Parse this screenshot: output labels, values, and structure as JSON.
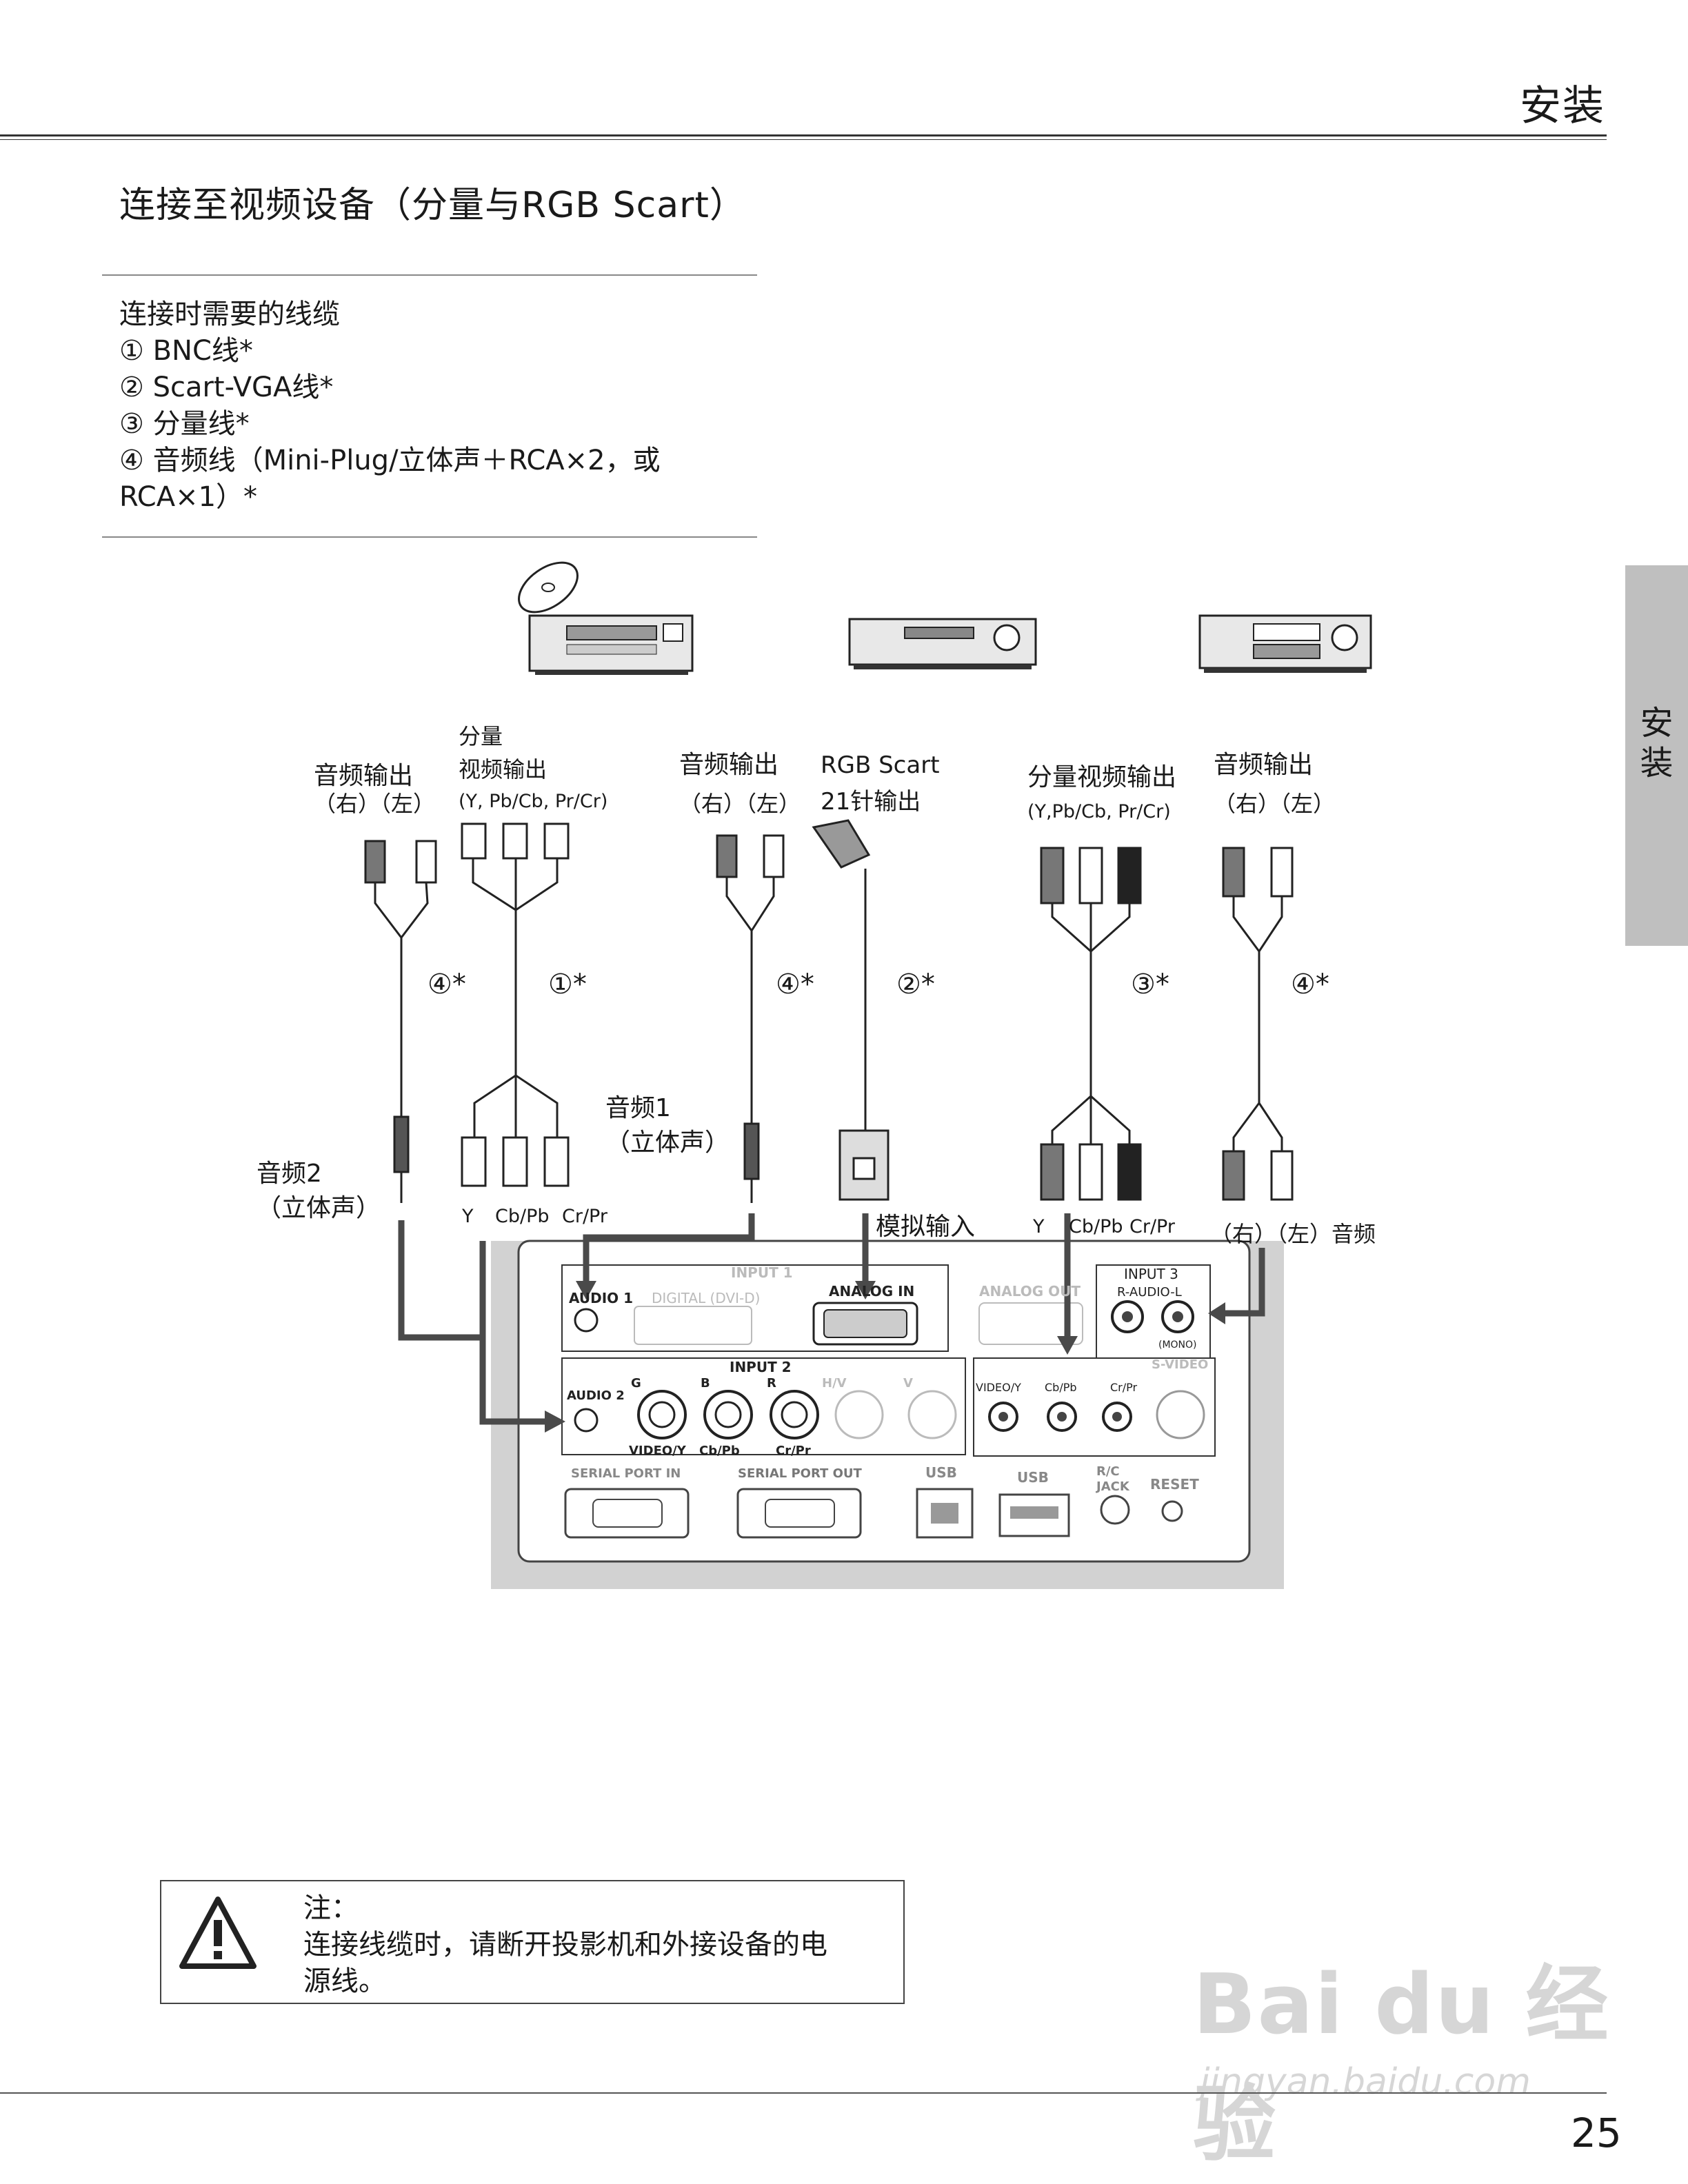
{
  "header": {
    "section": "安装"
  },
  "title": "连接至视频设备（分量与RGB Scart）",
  "cables": {
    "heading": "连接时需要的线缆",
    "items": [
      "① BNC线*",
      "② Scart-VGA线*",
      "③ 分量线*",
      "④ 音频线（Mini-Plug/立体声＋RCA×2，或",
      "RCA×1）*"
    ]
  },
  "side_tab": {
    "line1": "安",
    "line2": "装"
  },
  "diagram": {
    "labels": {
      "audio_out_1": "音频输出",
      "rl_1": "（右）（左）",
      "comp_top_1": "分量",
      "comp_top_2": "视频输出",
      "comp_top_3": "(Y, Pb/Cb, Pr/Cr)",
      "audio_out_2": "音频输出",
      "rl_2": "（右）（左）",
      "scart_1": "RGB Scart",
      "scart_2": "21针输出",
      "comp_video_out": "分量视频输出",
      "comp_video_out_sub": "(Y,Pb/Cb, Pr/Cr)",
      "audio_out_3": "音频输出",
      "rl_3": "（右）（左）",
      "audio1_1": "音频1",
      "audio1_2": "（立体声）",
      "audio2_1": "音频2",
      "audio2_2": "（立体声）",
      "analog_in": "模拟输入",
      "bnc_y": "Y",
      "bnc_cb": "Cb/Pb",
      "bnc_cr": "Cr/Pr",
      "rca_y": "Y",
      "rca_cb": "Cb/Pb",
      "rca_cr": "Cr/Pr",
      "rl_audio": "（右）（左）音频"
    },
    "cable_numbers": [
      "④*",
      "①*",
      "④*",
      "②*",
      "③*",
      "④*"
    ],
    "panel": {
      "input1": "INPUT 1",
      "audio1": "AUDIO 1",
      "dvi": "DIGITAL (DVI-D)",
      "analog_in": "ANALOG IN",
      "analog_out": "ANALOG OUT",
      "input3": "INPUT 3",
      "r_audio_l": "R-AUDIO-L",
      "mono": "(MONO)",
      "svideo": "S-VIDEO",
      "input2": "INPUT 2",
      "audio2": "AUDIO 2",
      "g": "G",
      "b": "B",
      "r": "R",
      "hv": "H/V",
      "v": "V",
      "video_y": "VIDEO/Y",
      "cb_pb": "Cb/Pb",
      "cr_pr": "Cr/Pr",
      "in3_video_y": "VIDEO/Y",
      "in3_cb": "Cb/Pb",
      "in3_cr": "Cr/Pr",
      "serial_in": "SERIAL PORT IN",
      "serial_out": "SERIAL PORT OUT",
      "usb1": "USB",
      "usb2": "USB",
      "rc1": "R/C",
      "rc2": "JACK",
      "reset": "RESET"
    }
  },
  "note": {
    "label": "注：",
    "line1": "连接线缆时，请断开投影机和外接设备的电",
    "line2": "源线。"
  },
  "watermark": {
    "main": "Bai du 经验",
    "sub": "jingyan.baidu.com"
  },
  "page_number": "25",
  "colors": {
    "panel": "#d2d2d2",
    "arrow": "#4a4a4a",
    "tab": "#bfbfbf"
  }
}
